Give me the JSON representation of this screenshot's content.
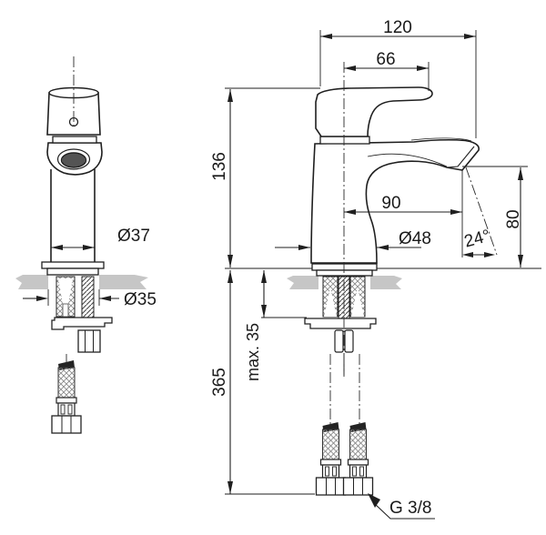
{
  "drawing": {
    "kind": "faucet installation dimension drawing",
    "colors": {
      "line": "#1f1f1f",
      "counter_fill": "#c6c6c6",
      "dark_fill": "#262626"
    }
  },
  "dims": {
    "overall_depth": "120",
    "handle_depth": "66",
    "body_height": "136",
    "spout_reach": "90",
    "outlet_height": "80",
    "handle_diameter": "Ø37",
    "base_diameter": "Ø48",
    "outlet_angle": "24°",
    "hole_diameter": "Ø35",
    "max_deck_thickness": "max. 35",
    "install_depth": "365",
    "thread_label": "G 3/8"
  }
}
